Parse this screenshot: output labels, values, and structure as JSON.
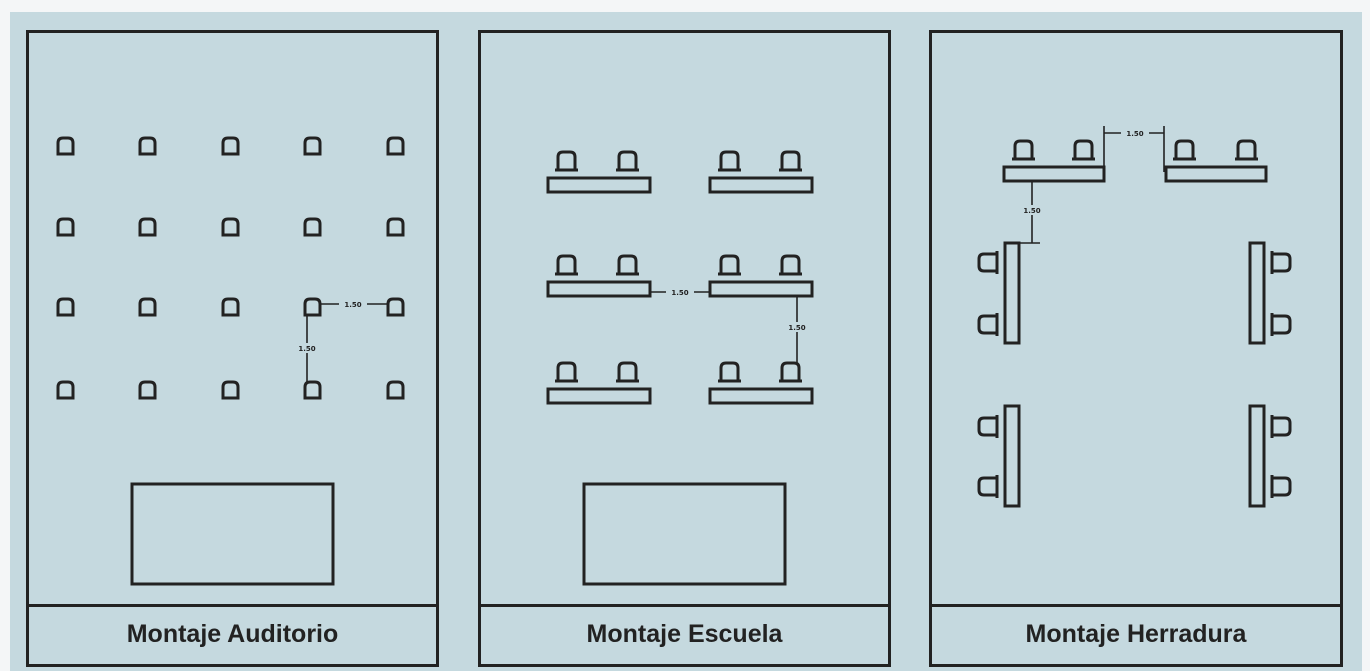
{
  "layouts": [
    {
      "title": "Montaje Auditorio",
      "spacing_label": "1.50"
    },
    {
      "title": "Montaje Escuela",
      "spacing_label": "1.50"
    },
    {
      "title": "Montaje Herradura",
      "spacing_label": "1.50"
    }
  ]
}
